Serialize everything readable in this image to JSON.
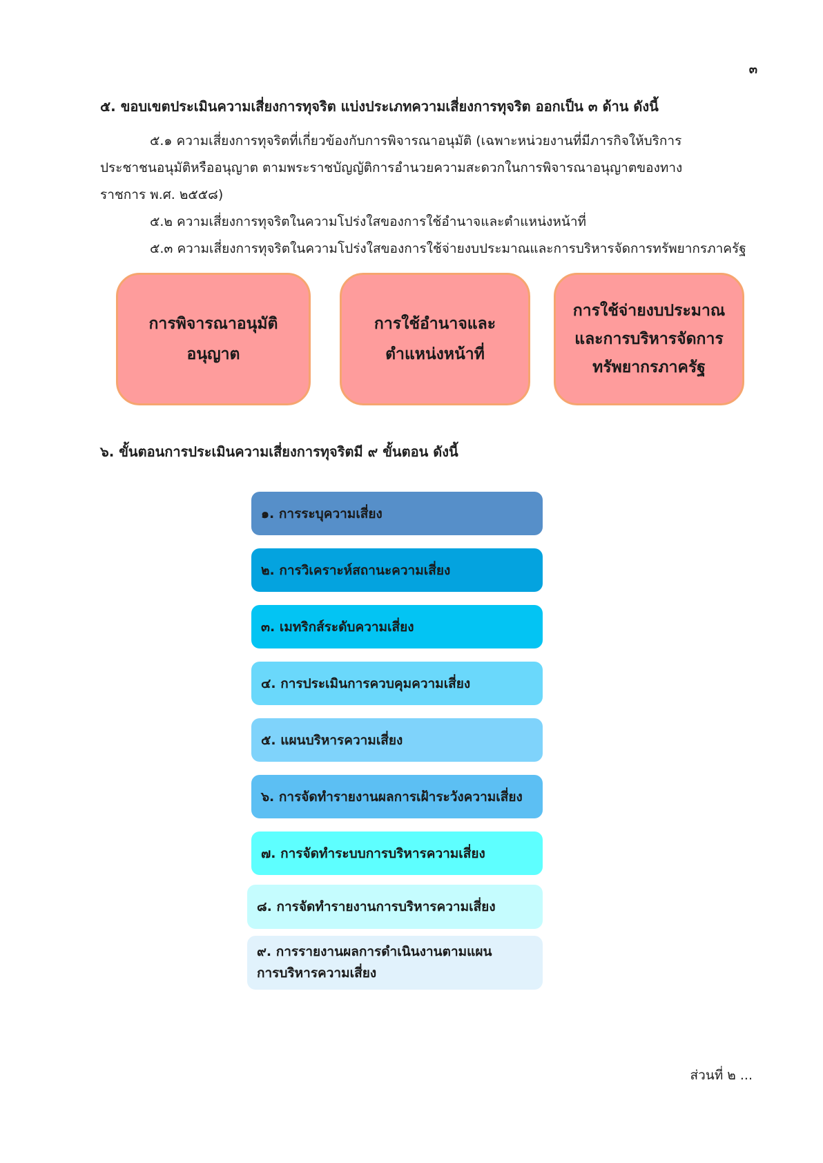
{
  "page_number": "๓",
  "section5": {
    "heading": "๕. ขอบเขตประเมินความเสี่ยงการทุจริต แบ่งประเภทความเสี่ยงการทุจริต ออกเป็น ๓ ด้าน ดังนี้",
    "item1_line1": "๕.๑ ความเสี่ยงการทุจริตที่เกี่ยวข้องกับการพิจารณาอนุมัติ (เฉพาะหน่วยงานที่มีภารกิจให้บริการ",
    "item1_line2": "ประชาชนอนุมัติหรืออนุญาต ตามพระราชบัญญัติการอำนวยความสะดวกในการพิจารณาอนุญาตของทาง",
    "item1_line3": "ราชการ พ.ศ. ๒๕๕๘)",
    "item2": "๕.๒ ความเสี่ยงการทุจริตในความโปร่งใสของการใช้อำนาจและตำแหน่งหน้าที่",
    "item3": "๕.๓ ความเสี่ยงการทุจริตในความโปร่งใสของการใช้จ่ายงบประมาณและการบริหารจัดการทรัพยากรภาครัฐ",
    "cards": [
      {
        "line1": "การพิจารณาอนุมัติ",
        "line2": "อนุญาต"
      },
      {
        "line1": "การใช้อำนาจและ",
        "line2": "ตำแหน่งหน้าที่"
      },
      {
        "line1": "การใช้จ่ายงบประมาณ",
        "line2": "และการบริหารจัดการ",
        "line3": "ทรัพยากรภาครัฐ"
      }
    ]
  },
  "section6": {
    "heading": "๖. ขั้นตอนการประเมินความเสี่ยงการทุจริตมี ๙ ขั้นตอน ดังนี้",
    "steps": [
      {
        "label": "๑. การระบุความเสี่ยง",
        "color": "#568fc9"
      },
      {
        "label": "๒. การวิเคราะห์สถานะความเสี่ยง",
        "color": "#04a3df"
      },
      {
        "label": "๓. เมทริกส์ระดับความเสี่ยง",
        "color": "#03c4f3"
      },
      {
        "label": "๔. การประเมินการควบคุมความเสี่ยง",
        "color": "#6ad8fb"
      },
      {
        "label": "๕. แผนบริหารความเสี่ยง",
        "color": "#7fd3fb"
      },
      {
        "label": "๖. การจัดทำรายงานผลการเฝ้าระวังความเสี่ยง",
        "color": "#5cbff3"
      },
      {
        "label": "๗. การจัดทำระบบการบริหารความเสี่ยง",
        "color": "#5effff"
      },
      {
        "label": "๘. การจัดทำรายงานการบริหารความเสี่ยง",
        "color": "#c5fcfe"
      },
      {
        "label_line1": "๙. การรายงานผลการดำเนินงานตามแผน",
        "label_line2": "การบริหารความเสี่ยง",
        "color": "#e1f2fc"
      }
    ]
  },
  "footer": "ส่วนที่ ๒ ..."
}
